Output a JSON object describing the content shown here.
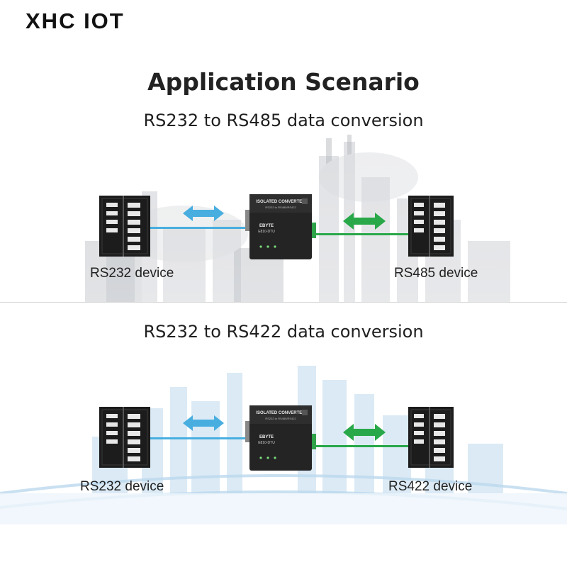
{
  "brand": "XHC IOT",
  "page_title": "Application Scenario",
  "scenarios": [
    {
      "title": "RS232 to RS485 data conversion",
      "left_device_label": "RS232 device",
      "right_device_label": "RS485 device"
    },
    {
      "title": "RS232 to RS422 data conversion",
      "left_device_label": "RS232 device",
      "right_device_label": "RS422 device"
    }
  ],
  "converter": {
    "header": "ISOLATED CONVERTER",
    "subheader": "RS232 to RS485/RS422",
    "brand_mark": "EBYTE",
    "model": "E810-DTU"
  },
  "colors": {
    "rs232_link": "#48aee0",
    "rs485_rs422_link": "#28a848",
    "device_body": "#1c1c1c",
    "converter_body": "#242424"
  }
}
